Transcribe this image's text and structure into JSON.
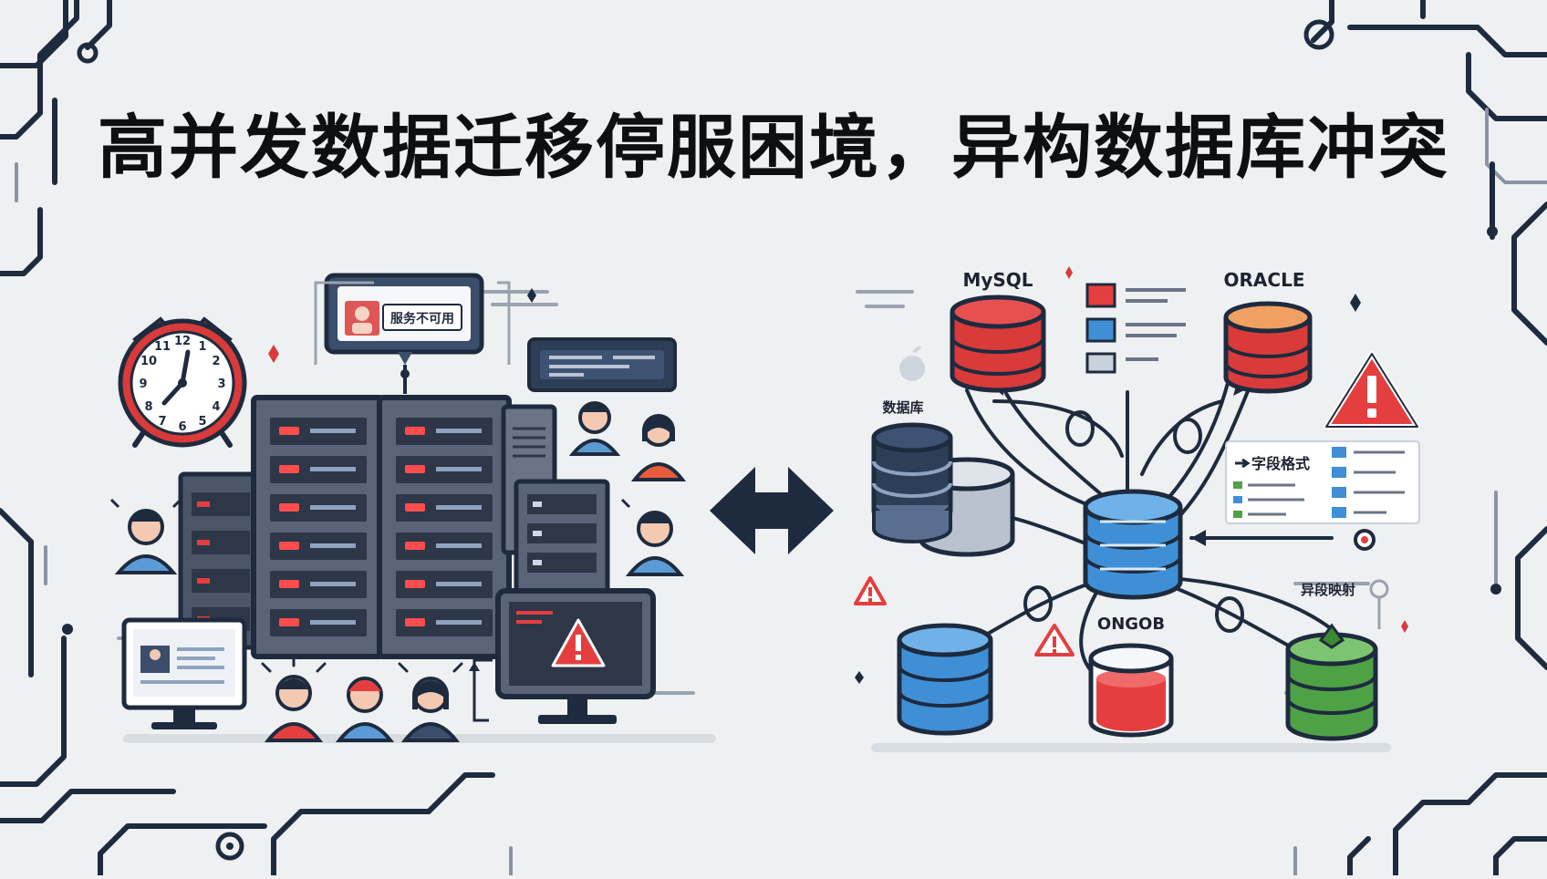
{
  "title": "高并发数据迁移停服困境，异构数据库冲突",
  "left_panel": {
    "monitor_text": "服务不可用",
    "clock_numbers": [
      "12",
      "1",
      "2",
      "3",
      "4",
      "5",
      "6",
      "7",
      "8",
      "9",
      "10",
      "11"
    ]
  },
  "right_panel": {
    "db_mysql": "MySQL",
    "db_oracle": "ORACLE",
    "db_generic": "数据库",
    "field_format": "字段格式",
    "heterogeneous_mapping": "异段映射",
    "db_mongodb": "ONGOB"
  },
  "colors": {
    "navy": "#1e2b3e",
    "red": "#d93a3a",
    "blue": "#3f8fd6",
    "green": "#4fa146",
    "background": "#eef0f2"
  },
  "icons": [
    "alarm-clock-icon",
    "server-rack-icon",
    "warning-icon",
    "double-arrow-icon",
    "database-icon",
    "user-icon"
  ]
}
